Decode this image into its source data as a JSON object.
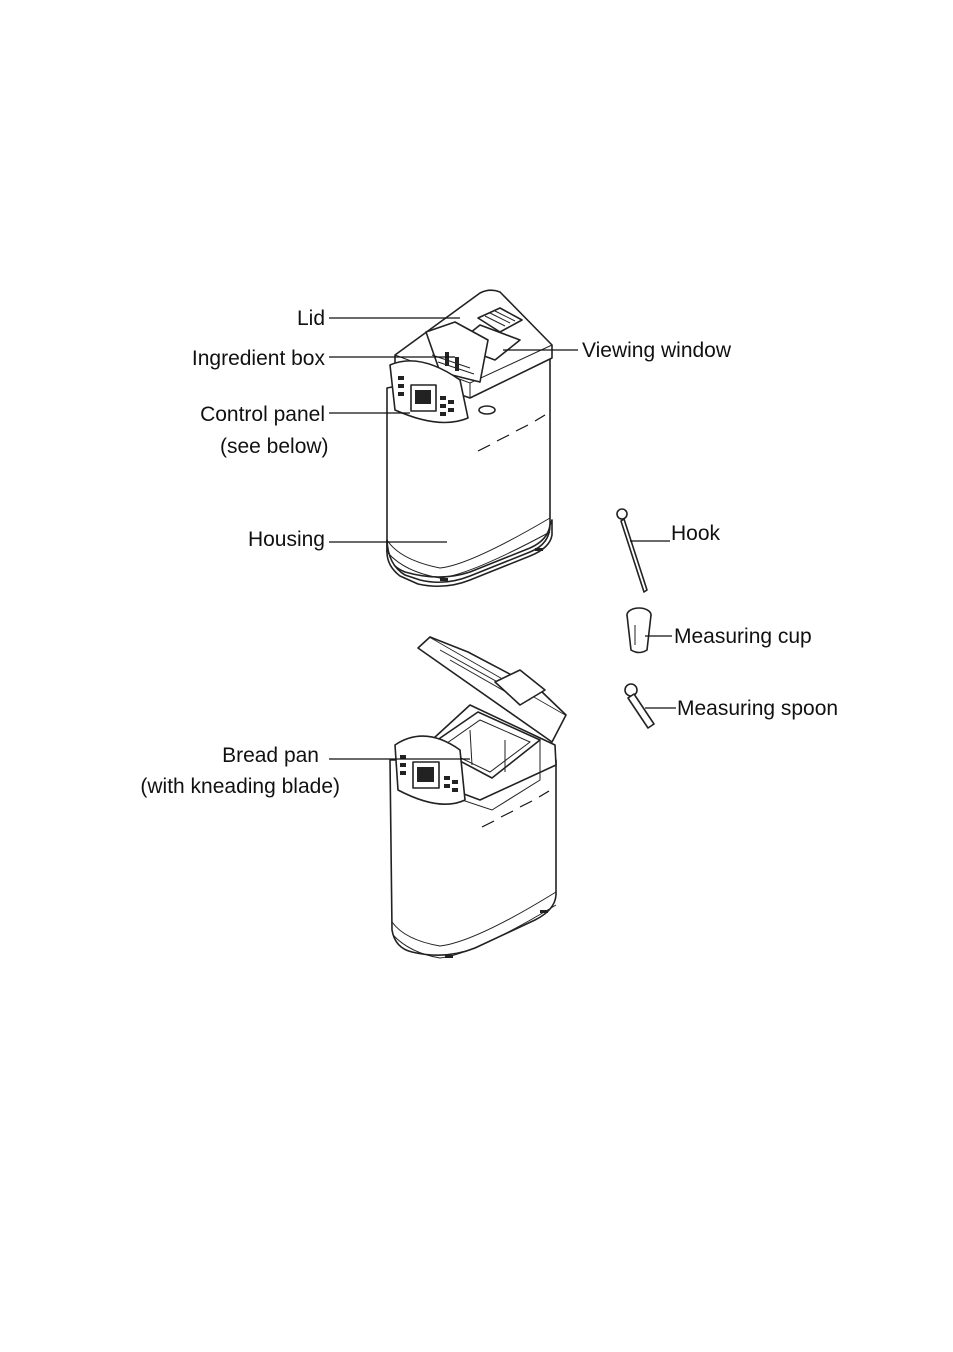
{
  "labels": {
    "lid": "Lid",
    "ingredient_box": "Ingredient box",
    "control_panel": "Control panel",
    "control_panel_note": "(see below)",
    "housing": "Housing",
    "viewing_window": "Viewing window",
    "hook": "Hook",
    "measuring_cup": "Measuring cup",
    "measuring_spoon": "Measuring spoon",
    "bread_pan": "Bread pan",
    "bread_pan_note": "(with kneading blade)"
  }
}
